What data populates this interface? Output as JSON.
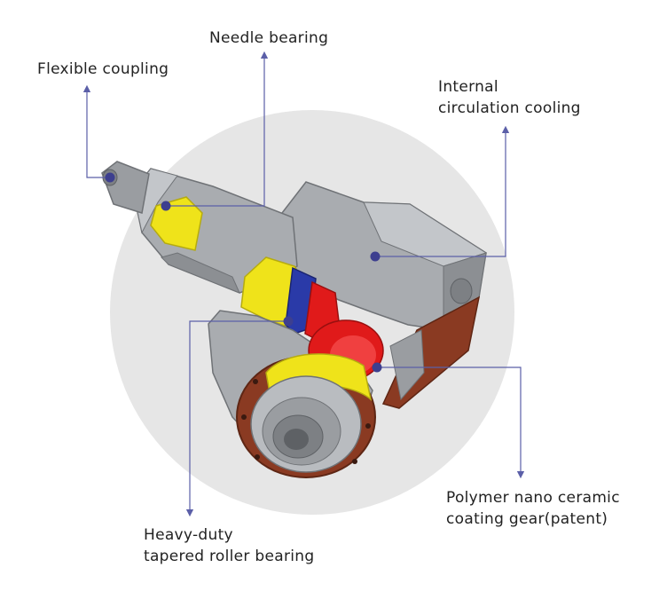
{
  "labels": {
    "needle_bearing": "Needle bearing",
    "flexible_coupling": "Flexible coupling",
    "internal_cooling": [
      "Internal",
      "circulation cooling"
    ],
    "polymer_gear": [
      "Polymer nano ceramic",
      "coating gear(patent)"
    ],
    "roller_bearing": [
      "Heavy-duty",
      "tapered roller bearing"
    ]
  },
  "colors": {
    "background_circle": "#e6e6e6",
    "leader_line": "#5b5fa8",
    "dot": "#3d3f8f",
    "housing": "#a9acb0",
    "housing_dark": "#8c8f93",
    "yellow_part": "#efe31a",
    "blue_part": "#2a3aa8",
    "red_part": "#e01a1a",
    "flange": "#8a3a22"
  }
}
